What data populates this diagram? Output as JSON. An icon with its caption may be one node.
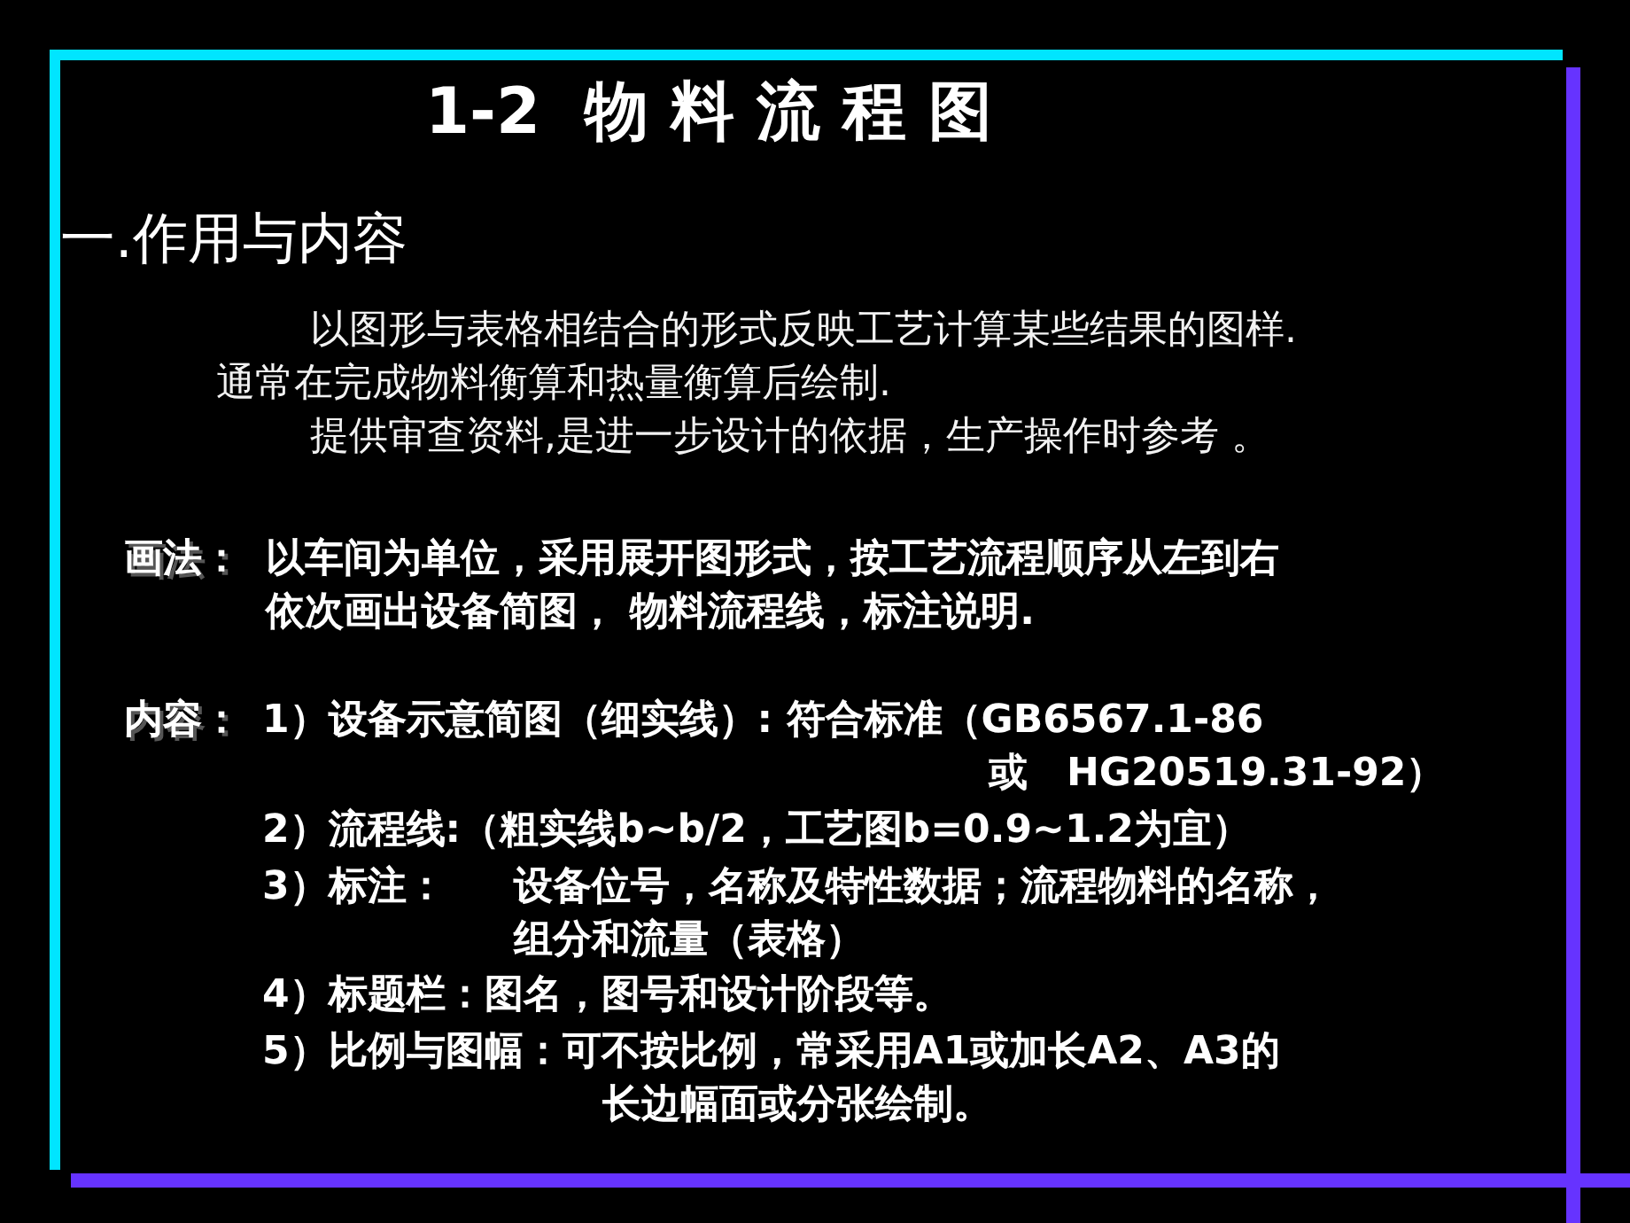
{
  "diagram": {
    "title": "1-2  物 料 流 程 图",
    "labels": [
      "一.作用与内容",
      "以图形与表格相结合的形式反映工艺计算某些结果的图样.",
      "通常在完成物料衡算和热量衡算后绘制.",
      "提供审查资料,是进一步设计的依据，生产操作时参考 。",
      "画法：",
      "以车间为单位，采用展开图形式，按工艺流程顺序从左到右",
      "依次画出设备简图， 物料流程线，标注说明.",
      "内容：",
      "1）设备示意简图（细实线）: 符合标准（GB6567.1-86",
      "或　HG20519.31-92）",
      "2）流程线:（粗实线b~b/2，工艺图b=0.9~1.2为宜）",
      "3）标注：",
      "设备位号，名称及特性数据；流程物料的名称，",
      "组分和流量（表格）",
      "4）标题栏：图名，图号和设计阶段等。",
      "5）比例与图幅：可不按比例，常采用A1或加长A2、A3的",
      "长边幅面或分张绘制。"
    ]
  }
}
